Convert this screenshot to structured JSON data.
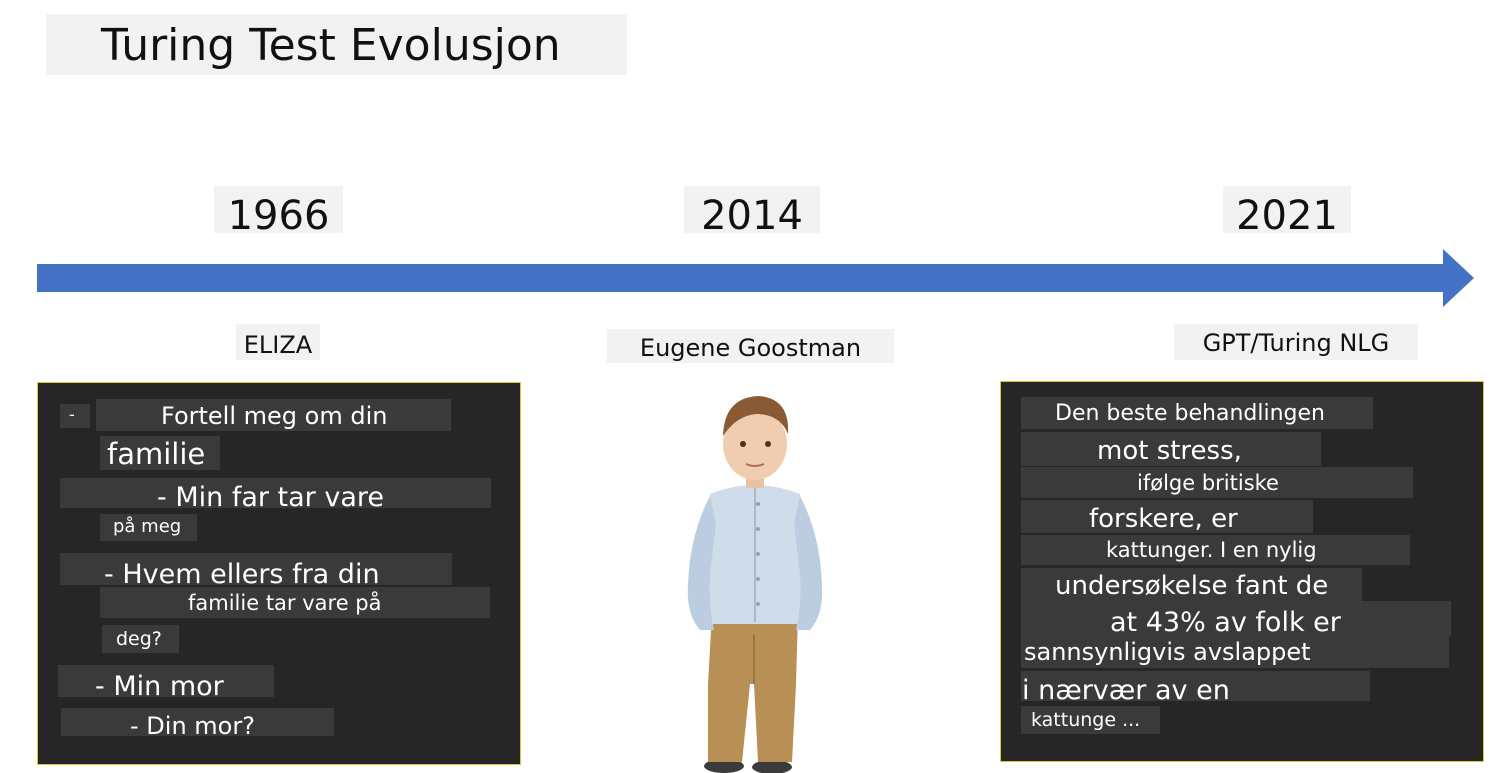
{
  "title": "Turing Test Evolusjon",
  "timeline": {
    "years": [
      "1966",
      "2014",
      "2021"
    ],
    "arrow_color": "#4472c4"
  },
  "eras": {
    "eliza": {
      "label": "ELIZA",
      "dialog": [
        "-",
        "Fortell meg om din",
        "familie",
        "- Min far tar vare",
        "på meg",
        "- Hvem ellers fra din",
        "familie tar vare på",
        "deg?",
        "- Min mor",
        "- Din mor?"
      ]
    },
    "eugene": {
      "label": "Eugene Goostman"
    },
    "gpt": {
      "label": "GPT/Turing NLG",
      "text": [
        "Den beste behandlingen",
        "mot stress,",
        "ifølge britiske",
        "forskere, er",
        "kattunger. I en nylig",
        "undersøkelse fant de",
        "at 43% av folk er",
        "sannsynligvis avslappet",
        "i nærvær av en",
        "kattunge ..."
      ]
    }
  },
  "colors": {
    "panel_bg": "#262626",
    "panel_border": "#d8c832",
    "label_bg": "#f2f2f2"
  }
}
